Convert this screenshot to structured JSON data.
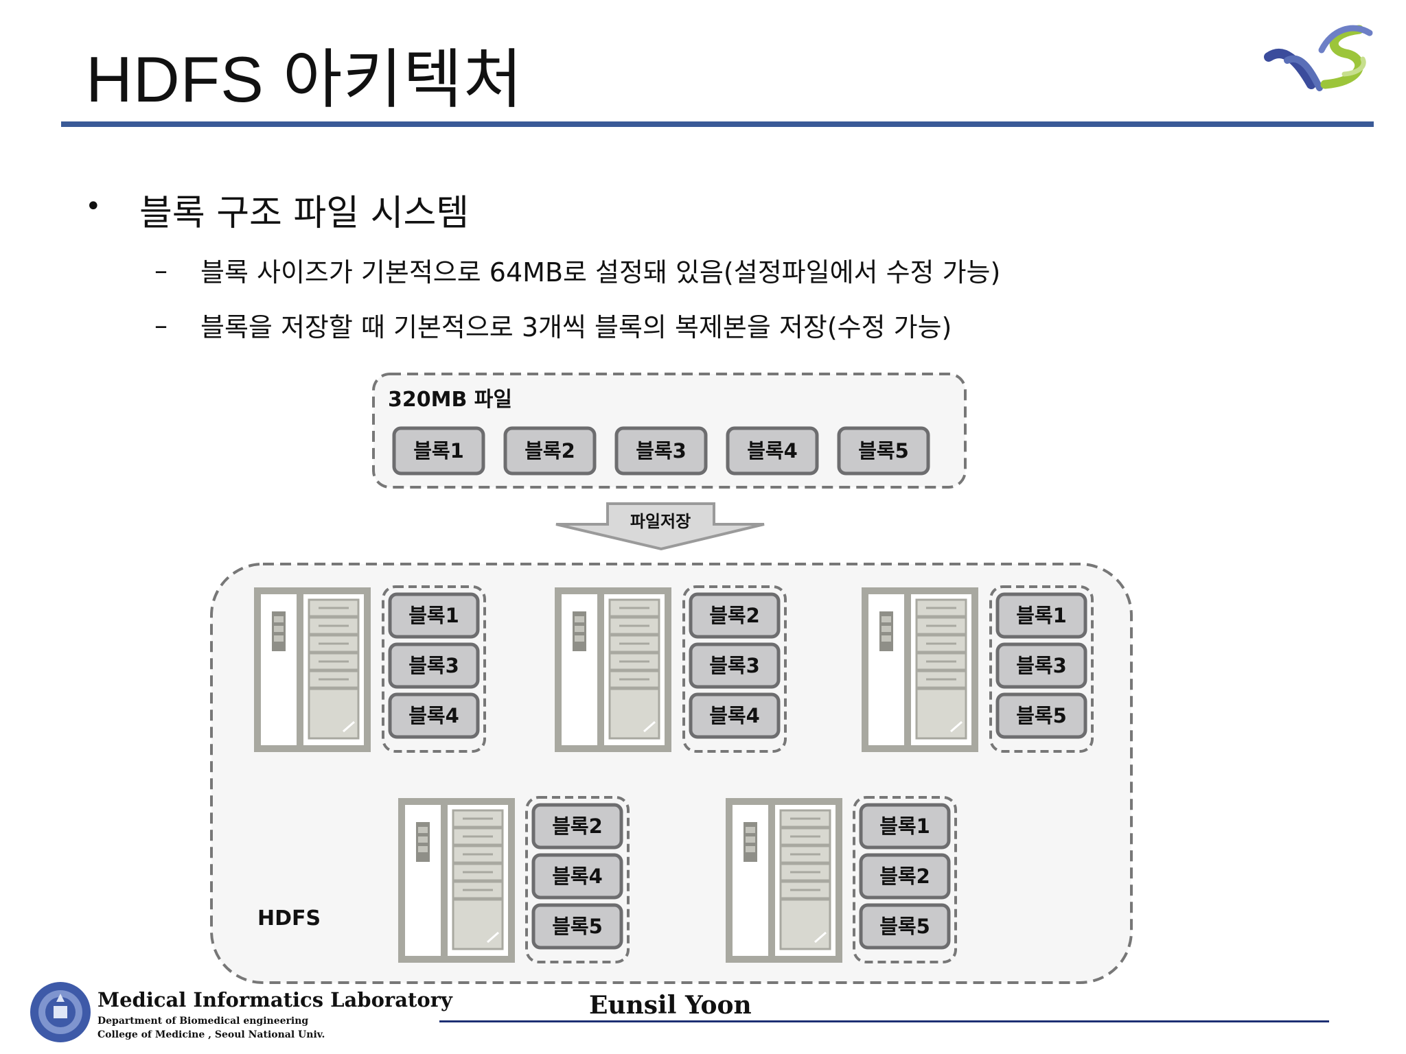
{
  "slide": {
    "title": "HDFS 아키텍처",
    "bullet": "블록 구조 파일 시스템",
    "sub_bullets": [
      "블록 사이즈가 기본적으로 64MB로 설정돼 있음(설정파일에서 수정 가능)",
      "블록을 저장할 때 기본적으로 3개씩 블록의 복제본을 저장(수정 가능)"
    ],
    "dash": "–"
  },
  "diagram": {
    "file_label": "320MB 파일",
    "file_blocks": [
      "블록1",
      "블록2",
      "블록3",
      "블록4",
      "블록5"
    ],
    "arrow_label": "파일저장",
    "cluster_label": "HDFS",
    "nodes": [
      {
        "blocks": [
          "블록1",
          "블록3",
          "블록4"
        ]
      },
      {
        "blocks": [
          "블록2",
          "블록3",
          "블록4"
        ]
      },
      {
        "blocks": [
          "블록1",
          "블록3",
          "블록5"
        ]
      },
      {
        "blocks": [
          "블록2",
          "블록4",
          "블록5"
        ]
      },
      {
        "blocks": [
          "블록1",
          "블록2",
          "블록5"
        ]
      }
    ]
  },
  "footer": {
    "lab_name": "Medical  Informatics Laboratory",
    "department": "Department of Biomedical engineering",
    "college": "College of Medicine , Seoul  National  Univ.",
    "author": "Eunsil Yoon"
  },
  "colors": {
    "title_rule": "#3a5a97",
    "footer_rule": "#1d2f73",
    "block_fill": "#c9c9cb",
    "block_stroke": "#6d6d6f",
    "logo_blue": "#3b4c9c",
    "logo_green": "#9cc53a"
  },
  "icons": [
    "logo-icon",
    "university-emblem-icon",
    "server-icon"
  ]
}
